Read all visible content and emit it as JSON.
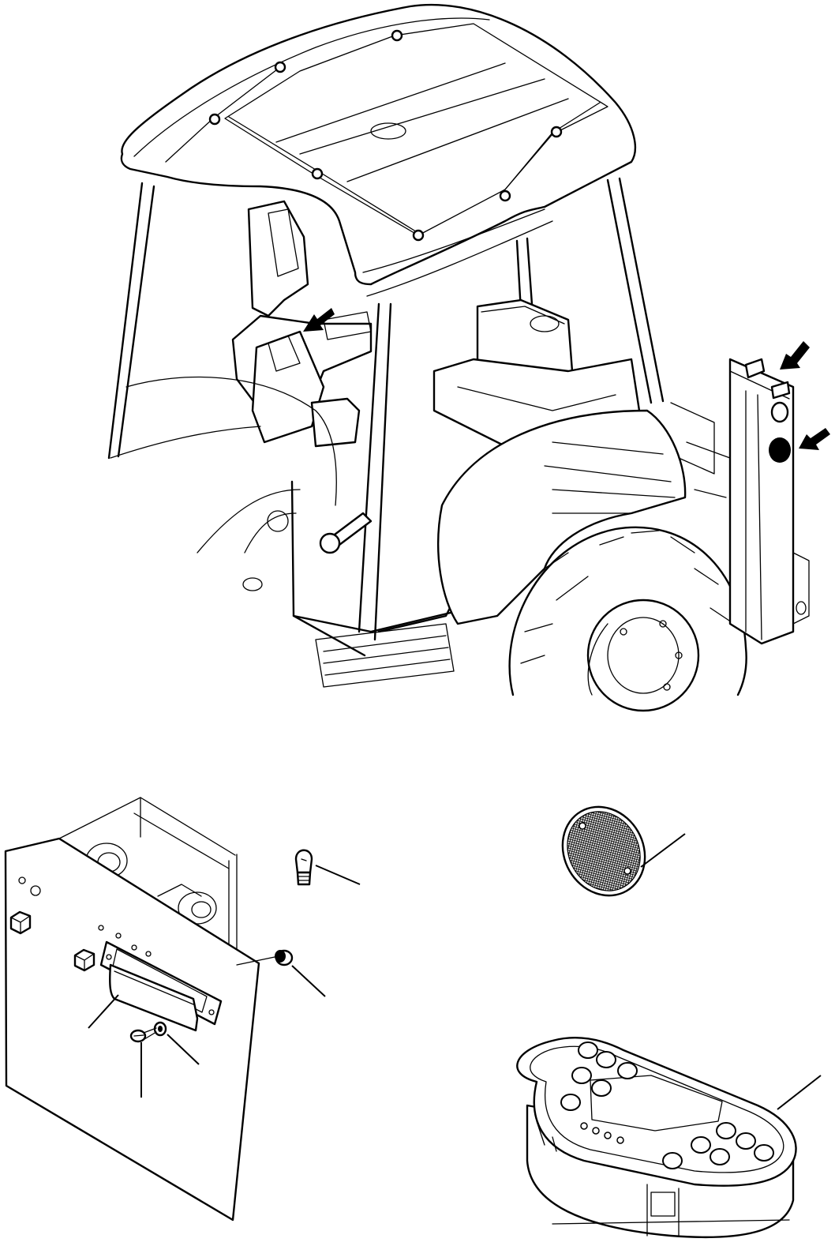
{
  "figure": {
    "image_number": "",
    "views": {
      "main": "cab-overview",
      "details": [
        "rear-lamp-assembly",
        "round-reflector",
        "monitor-panel"
      ]
    },
    "callouts": [
      {
        "ref": "arrow-cab-interior",
        "item": ""
      },
      {
        "ref": "arrow-post-top",
        "item": ""
      },
      {
        "ref": "arrow-post-reflector",
        "item": ""
      },
      {
        "ref": "bulb",
        "item": ""
      },
      {
        "ref": "grommet",
        "item": ""
      },
      {
        "ref": "lamp-lens",
        "item": ""
      },
      {
        "ref": "washer",
        "item": ""
      },
      {
        "ref": "screw",
        "item": ""
      },
      {
        "ref": "reflector",
        "item": ""
      },
      {
        "ref": "monitor",
        "item": ""
      }
    ]
  }
}
